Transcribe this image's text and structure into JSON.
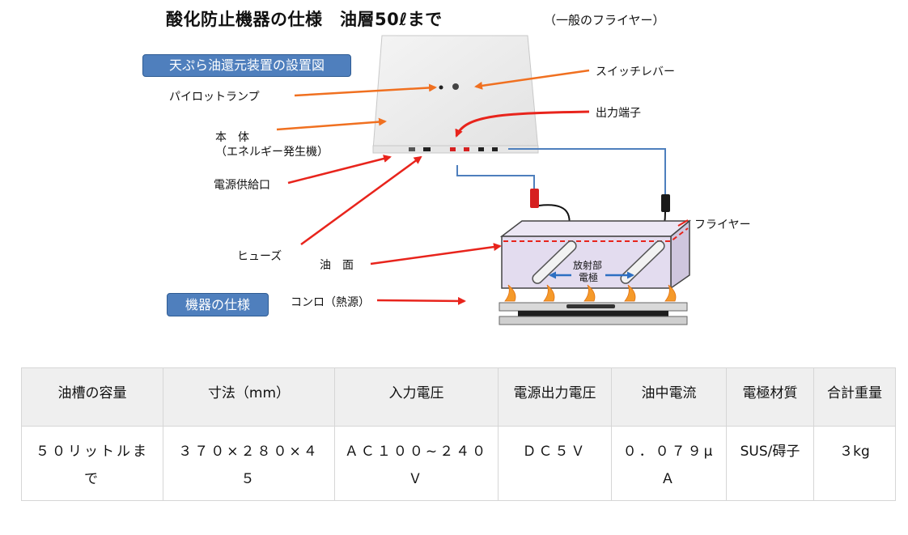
{
  "title": "酸化防止機器の仕様　油層50ℓまで",
  "subtitle": "（一般のフライヤー）",
  "section_labels": {
    "install_diagram": "天ぷら油還元装置の設置図",
    "spec": "機器の仕様"
  },
  "callouts": {
    "pilot_lamp": "パイロットランプ",
    "switch_lever": "スイッチレバー",
    "output_terminal": "出力端子",
    "body_line1": "本　体",
    "body_line2": "（エネルギー発生機）",
    "power_inlet": "電源供給口",
    "fuse": "ヒューズ",
    "oil_surface": "油　面",
    "stove": "コンロ（熱源）",
    "fryer": "フライヤー",
    "electrode_line1": "放射部",
    "electrode_line2": "電極"
  },
  "colors": {
    "accent_pill": "#4f7fbd",
    "arrow_orange": "#f07020",
    "arrow_red": "#e8241c",
    "cable_blue": "#4e7fbd",
    "tank_fill": "#e3dcef",
    "header_bg": "#efefef"
  },
  "spec_table": {
    "headers": [
      "油槽の容量",
      "寸法（mm）",
      "入力電圧",
      "電源出力電圧",
      "油中電流",
      "電極材質",
      "合計重量"
    ],
    "rows": [
      [
        "５０リットルまで",
        "３７０×２８０×４５",
        "ＡＣ１００~２４０Ｖ",
        "ＤＣ５Ｖ",
        "０．０７９μＡ",
        "SUS/碍子",
        "３kg"
      ]
    ]
  }
}
